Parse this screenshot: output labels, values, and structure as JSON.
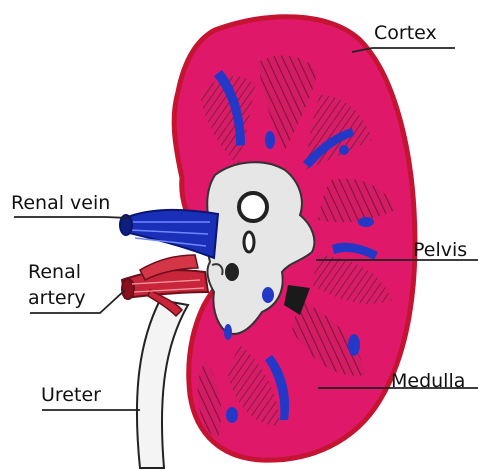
{
  "diagram": {
    "labels": {
      "cortex": "Cortex",
      "renal_vein": "Renal vein",
      "renal_artery_line1": "Renal",
      "renal_artery_line2": "artery",
      "pelvis": "Pelvis",
      "medulla": "Medulla",
      "ureter": "Ureter"
    },
    "colors": {
      "cortex": "#e0186a",
      "outline": "#c41432",
      "medulla_streaks": "#8a1a3a",
      "vein": "#1a2fb8",
      "artery": "#c8243a",
      "pelvis": "#e6e6e6",
      "ureter": "#f2f2f2",
      "blood_vessel_spots": "#2438c8"
    }
  }
}
